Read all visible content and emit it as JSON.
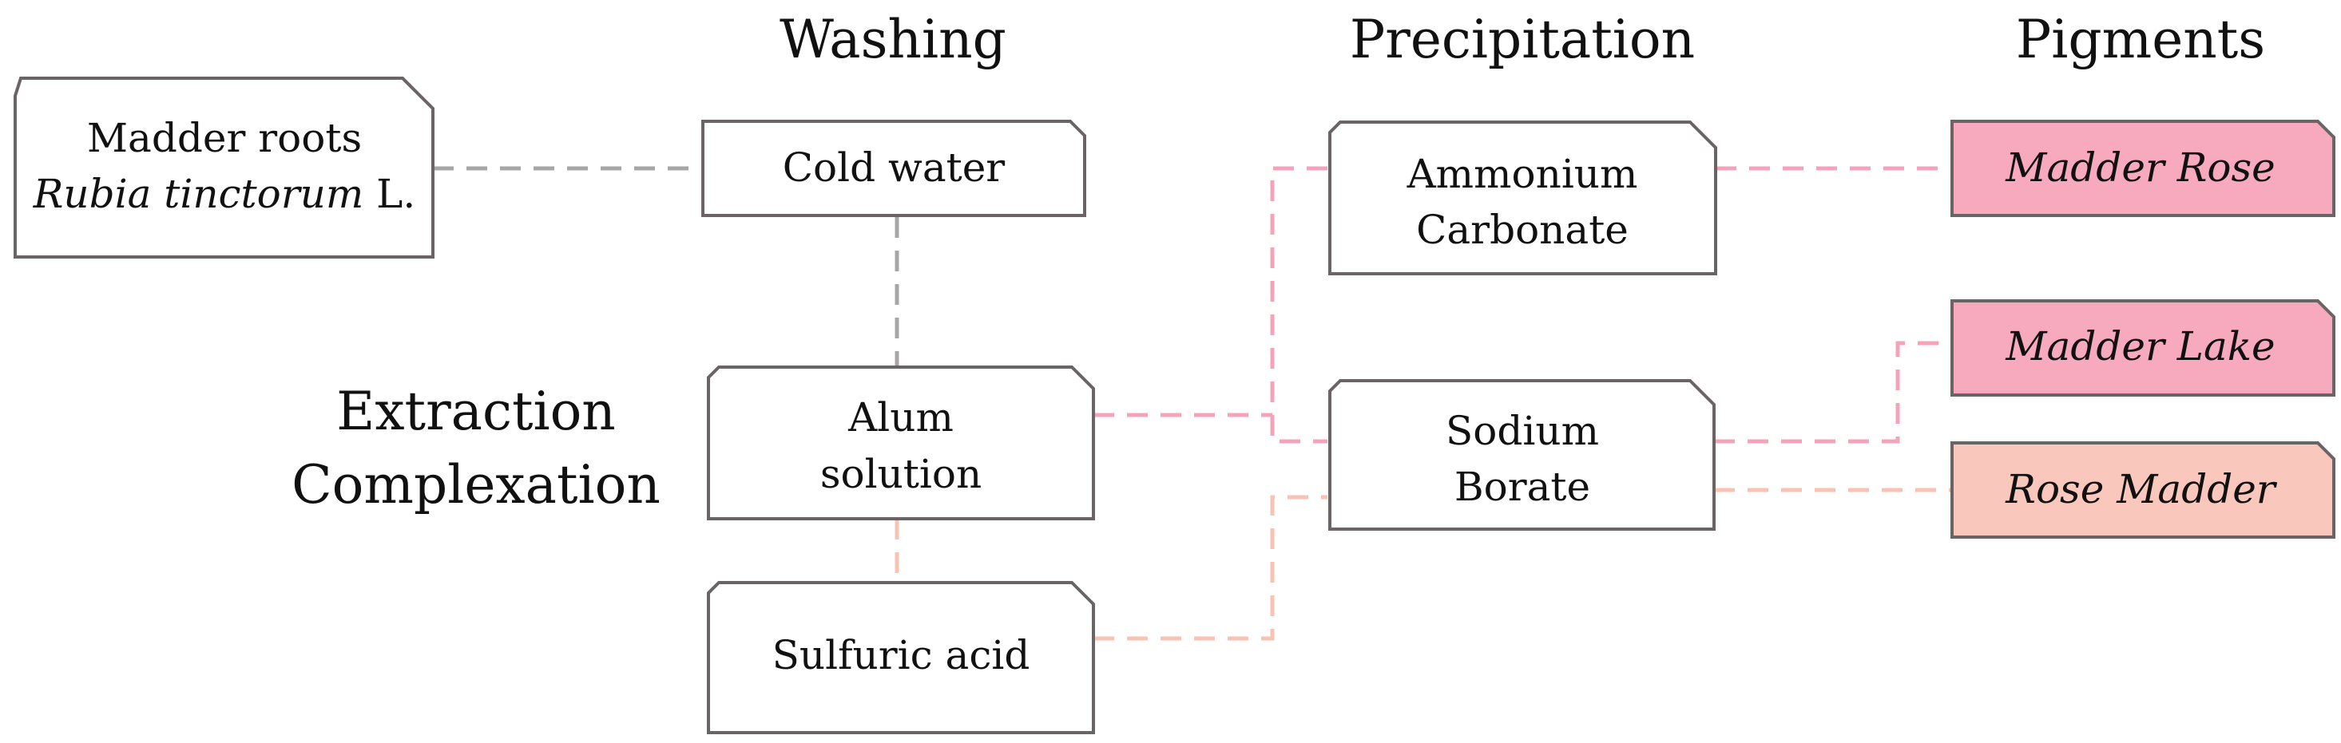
{
  "headings": {
    "washing": "Washing",
    "precipitation": "Precipitation",
    "pigments": "Pigments",
    "extraction_line1": "Extraction",
    "extraction_line2": "Complexation"
  },
  "nodes": {
    "madder_roots": {
      "line1": "Madder roots",
      "line2_italic": "Rubia tinctorum",
      "line2_suffix": " L."
    },
    "cold_water": {
      "label": "Cold water"
    },
    "alum_solution": {
      "line1": "Alum",
      "line2": "solution"
    },
    "sulfuric_acid": {
      "label": "Sulfuric acid"
    },
    "ammonium_carbonate": {
      "line1": "Ammonium",
      "line2": "Carbonate"
    },
    "sodium_borate": {
      "line1": "Sodium",
      "line2": "Borate"
    },
    "madder_rose": {
      "label": "Madder Rose"
    },
    "madder_lake": {
      "label": "Madder Lake"
    },
    "rose_madder": {
      "label": "Rose Madder"
    }
  },
  "colors": {
    "box_border": "#6a6466",
    "link_gray": "#a7a7a7",
    "link_pink": "#f5a3b8",
    "link_peach": "#f8c3b4",
    "fill_pink": "#f7aabd",
    "fill_peach": "#f9c7bb"
  }
}
